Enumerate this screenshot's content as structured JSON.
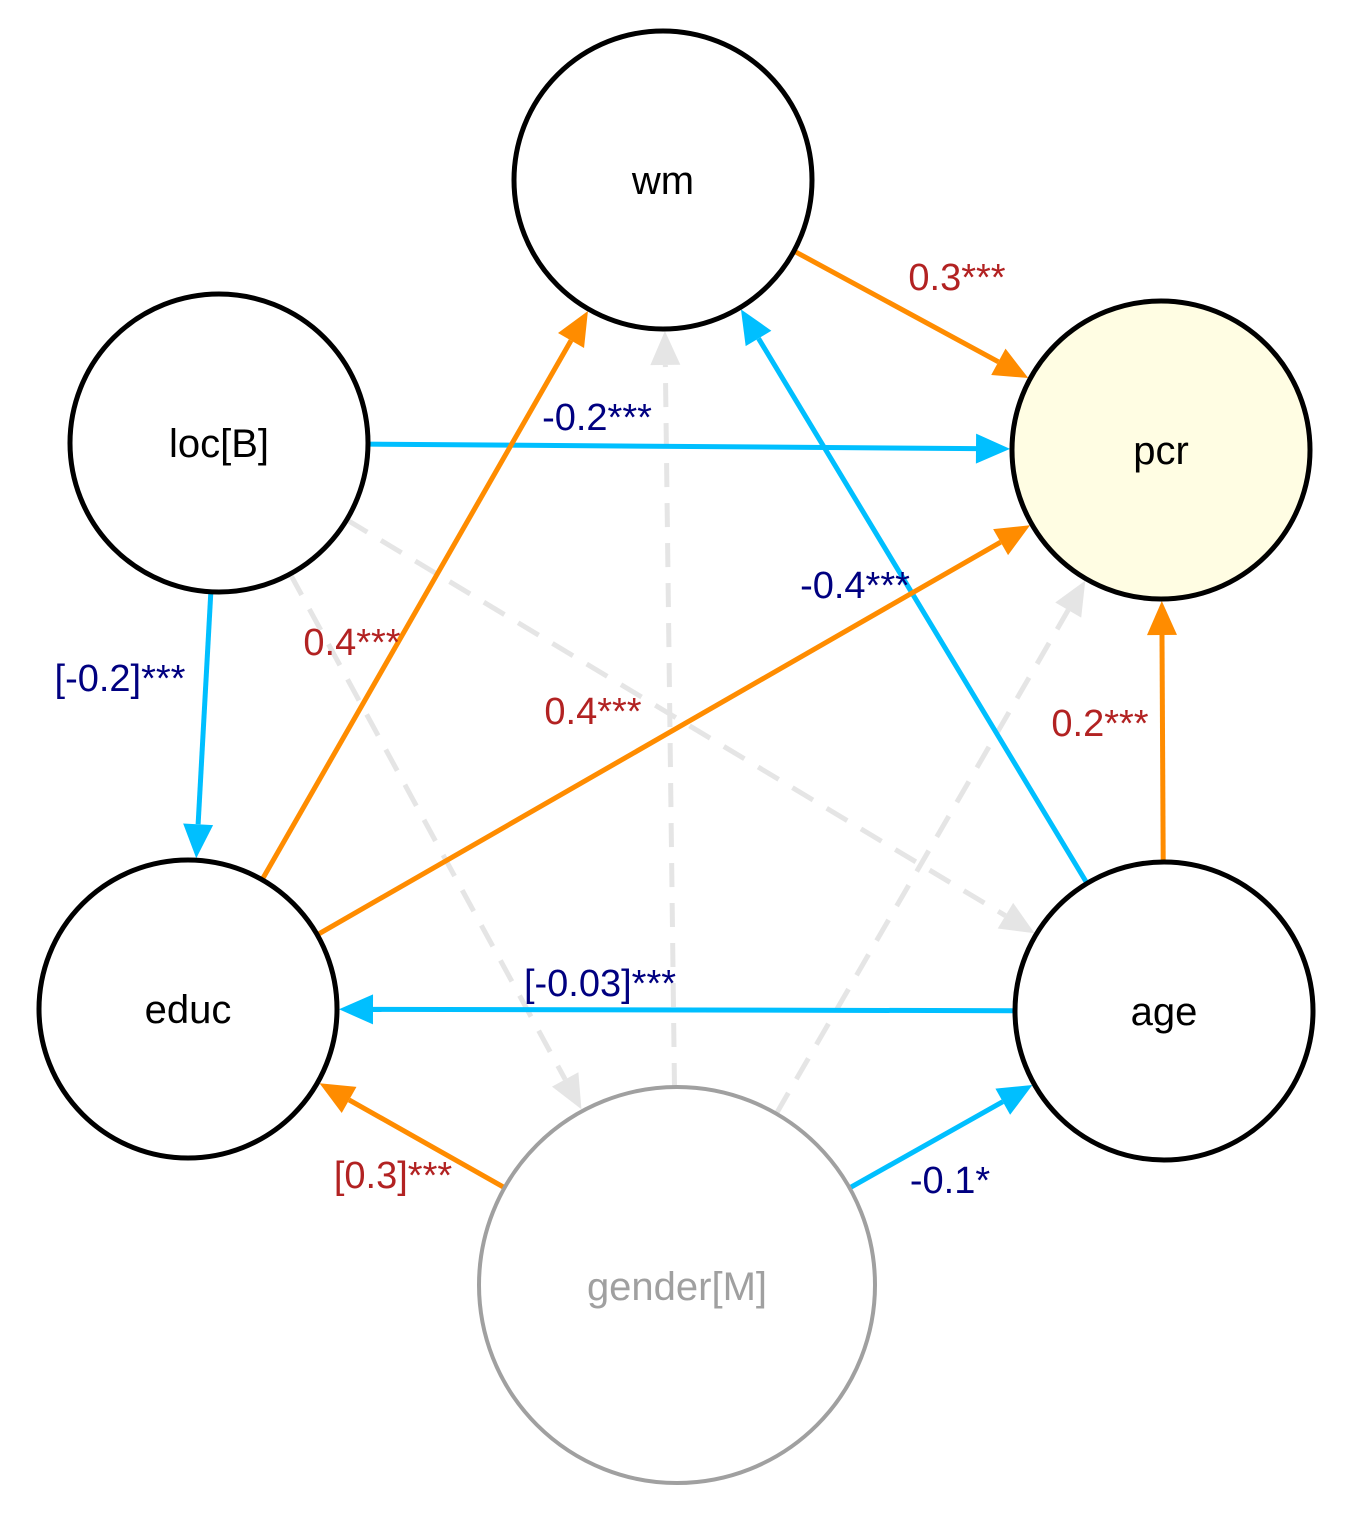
{
  "colors": {
    "positive": "#FF8C00",
    "negative": "#00BFFF",
    "nonsignificant": "#E5E5E5",
    "positive_label": "#B22222",
    "negative_label": "#000080",
    "node_stroke": "#000000",
    "exogenous_stroke": "#A0A0A0",
    "exogenous_text": "#A0A0A0",
    "outcome_fill": "#FFFDE3"
  },
  "nodes": {
    "wm": "wm",
    "pcr": "pcr",
    "loc": "loc[B]",
    "educ": "educ",
    "age": "age",
    "gender": "gender[M]"
  },
  "edges": [
    {
      "from": "wm",
      "to": "pcr",
      "sign": "positive",
      "label": "0.3***"
    },
    {
      "from": "loc",
      "to": "pcr",
      "sign": "negative",
      "label": "-0.2***"
    },
    {
      "from": "educ",
      "to": "wm",
      "sign": "positive",
      "label": "0.4***"
    },
    {
      "from": "age",
      "to": "wm",
      "sign": "negative",
      "label": "-0.4***"
    },
    {
      "from": "educ",
      "to": "pcr",
      "sign": "positive",
      "label": "0.4***"
    },
    {
      "from": "age",
      "to": "pcr",
      "sign": "positive",
      "label": "0.2***"
    },
    {
      "from": "loc",
      "to": "educ",
      "sign": "negative",
      "label": "[-0.2]***"
    },
    {
      "from": "age",
      "to": "educ",
      "sign": "negative",
      "label": "[-0.03]***"
    },
    {
      "from": "gender",
      "to": "educ",
      "sign": "positive",
      "label": "[0.3]***"
    },
    {
      "from": "gender",
      "to": "age",
      "sign": "negative",
      "label": "-0.1*"
    },
    {
      "from": "gender",
      "to": "wm",
      "sign": "nonsignificant",
      "label": ""
    },
    {
      "from": "gender",
      "to": "pcr",
      "sign": "nonsignificant",
      "label": ""
    },
    {
      "from": "loc",
      "to": "gender",
      "sign": "nonsignificant",
      "label": ""
    },
    {
      "from": "loc",
      "to": "age",
      "sign": "nonsignificant",
      "label": ""
    }
  ]
}
